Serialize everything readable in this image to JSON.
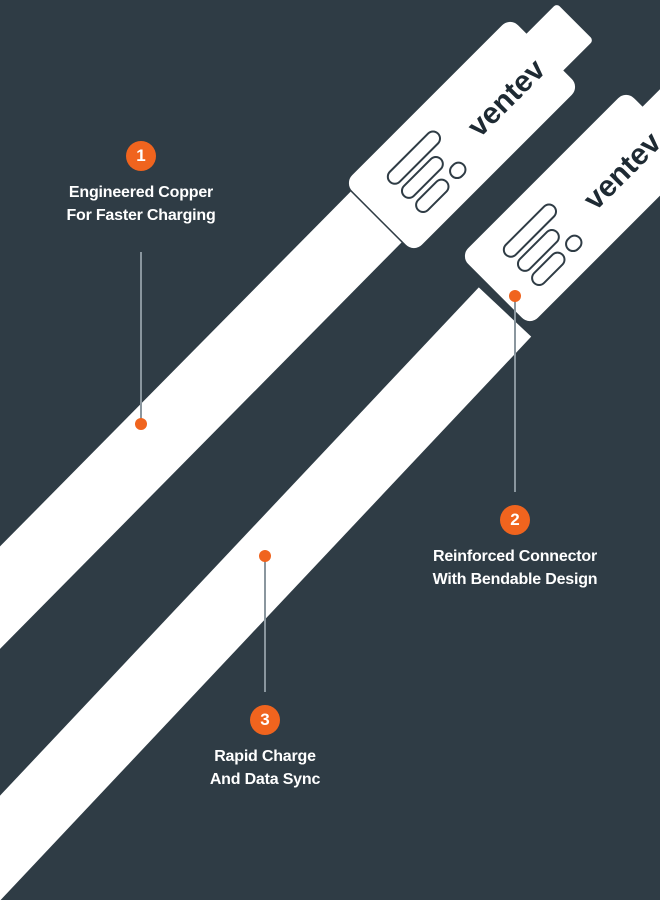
{
  "brand": {
    "logo_text": "ventev"
  },
  "callouts": [
    {
      "number": "1",
      "line1": "Engineered Copper",
      "line2": "For Faster Charging"
    },
    {
      "number": "2",
      "line1": "Reinforced Connector",
      "line2": "With Bendable Design"
    },
    {
      "number": "3",
      "line1": "Rapid Charge",
      "line2": "And Data Sync"
    }
  ],
  "colors": {
    "background": "#2f3c45",
    "cable": "#ffffff",
    "accent": "#f0641e",
    "text": "#ffffff",
    "logo": "#1e2a33"
  }
}
